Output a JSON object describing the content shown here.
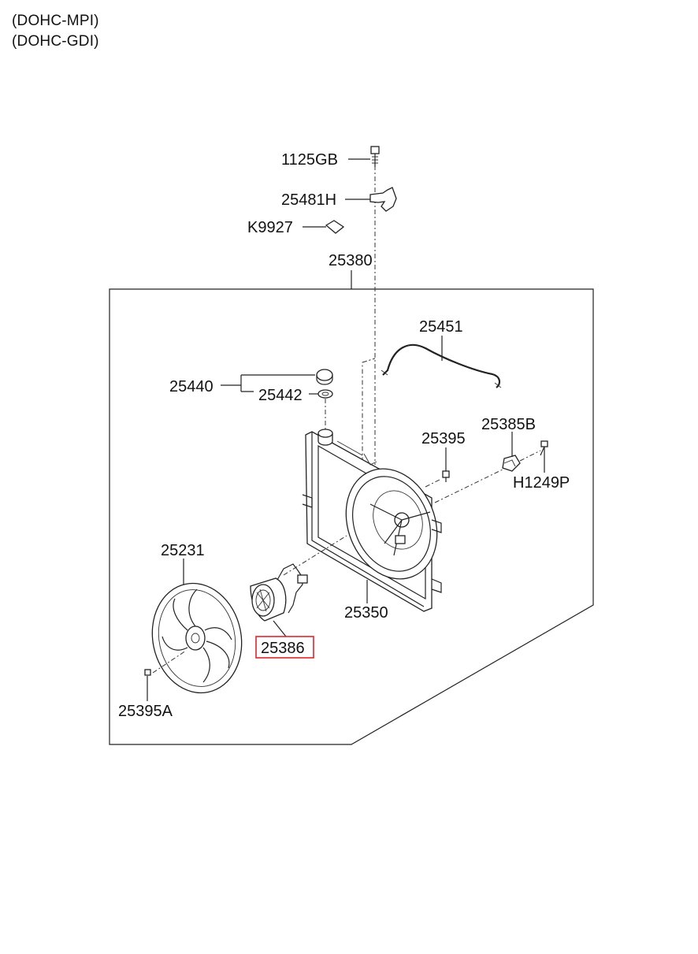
{
  "header": {
    "variants": [
      "(DOHC-MPI)",
      "(DOHC-GDI)"
    ]
  },
  "parts": {
    "bolt_top": "1125GB",
    "bracket": "25481H",
    "nut": "K9927",
    "shroud_assembly": "25380",
    "hose": "25451",
    "cap_assembly": "25440",
    "seal": "25442",
    "screw": "25395",
    "resistor": "25385B",
    "bolt_resistor": "H1249P",
    "fan": "25231",
    "shroud": "25350",
    "motor": "25386",
    "fan_nut": "25395A"
  },
  "highlight": {
    "part": "25386",
    "color": "#e0262b"
  }
}
